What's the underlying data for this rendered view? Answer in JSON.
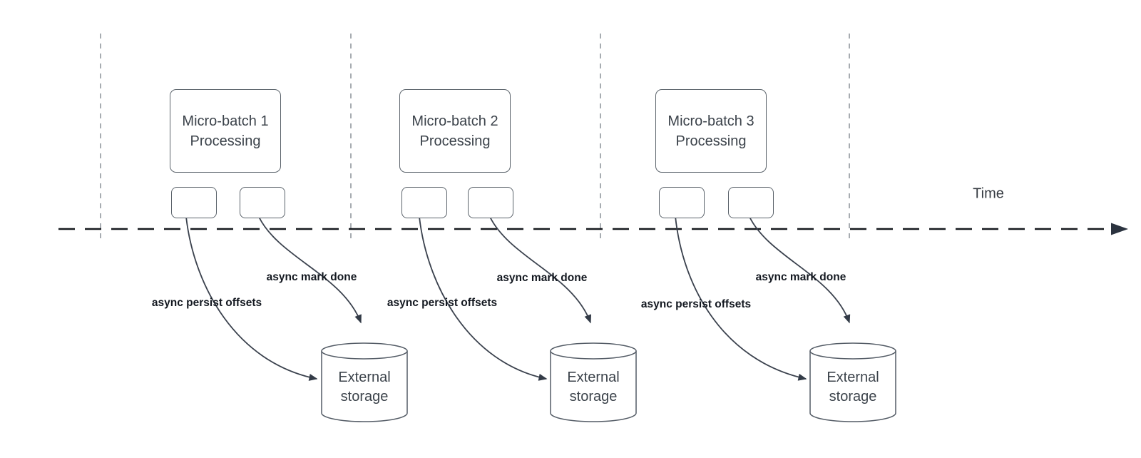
{
  "time_axis": {
    "label": "Time"
  },
  "batches": [
    {
      "title": "Micro-batch 1 Processing",
      "persist_label": "async persist offsets",
      "mark_done_label": "async mark done",
      "storage_label": "External storage"
    },
    {
      "title": "Micro-batch 2 Processing",
      "persist_label": "async persist offsets",
      "mark_done_label": "async mark done",
      "storage_label": "External storage"
    },
    {
      "title": "Micro-batch 3 Processing",
      "persist_label": "async persist offsets",
      "mark_done_label": "async mark done",
      "storage_label": "External storage"
    }
  ],
  "colors": {
    "timeline": "#16191e",
    "timeline_arrowhead": "#2b333f",
    "gridline": "#a7acb1",
    "shape_border": "#5b636b",
    "arrow_stroke": "#3a414d",
    "arrowhead_fill": "#333b47",
    "label_text": "#131820",
    "box_text": "#3c434b"
  }
}
